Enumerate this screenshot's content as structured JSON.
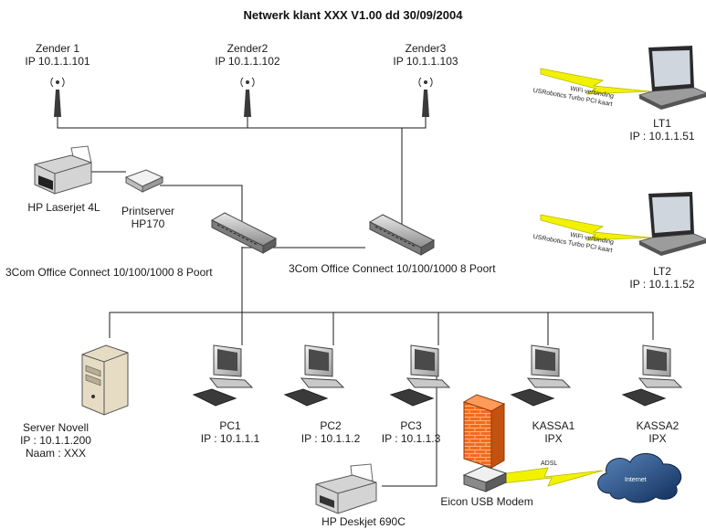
{
  "title": "Netwerk klant XXX  V1.00 dd 30/09/2004",
  "antennas": [
    {
      "name": "Zender 1",
      "ip": "IP 10.1.1.101"
    },
    {
      "name": "Zender2",
      "ip": "IP 10.1.1.102"
    },
    {
      "name": "Zender3",
      "ip": "IP 10.1.1.103"
    }
  ],
  "laptops": [
    {
      "name": "LT1",
      "ip": "IP : 10.1.1.51",
      "wifi_line1": "WiFi verbinding",
      "wifi_line2": "USRobotics Turbo PCI kaart"
    },
    {
      "name": "LT2",
      "ip": "IP : 10.1.1.52",
      "wifi_line1": "WiFi verbinding",
      "wifi_line2": "USRobotics Turbo PCI kaart"
    }
  ],
  "printer": {
    "name": "HP Laserjet 4L"
  },
  "printserver": {
    "line1": "Printserver",
    "line2": "HP170"
  },
  "switches": [
    {
      "name": "3Com Office Connect 10/100/1000 8 Poort"
    },
    {
      "name": "3Com Office Connect 10/100/1000 8 Poort"
    }
  ],
  "server": {
    "line1": "Server Novell",
    "line2": "IP : 10.1.1.200",
    "line3": "Naam : XXX"
  },
  "pcs": [
    {
      "line1": "PC1",
      "line2": "IP : 10.1.1.1"
    },
    {
      "line1": "PC2",
      "line2": "IP : 10.1.1.2"
    },
    {
      "line1": "PC3",
      "line2": "IP : 10.1.1.3"
    },
    {
      "line1": "KASSA1",
      "line2": "IPX"
    },
    {
      "line1": "KASSA2",
      "line2": "IPX"
    }
  ],
  "deskjet": {
    "name": "HP Deskjet 690C"
  },
  "modem": {
    "name": "Eicon USB Modem",
    "link": "ADSL"
  },
  "cloud": {
    "label": "Internet"
  },
  "colors": {
    "line": "#1a1a1a",
    "wifi_bolt": "#f2f200",
    "firewall": "#f26b1d",
    "cloud": "#1f4f8a",
    "device": "#d9d9d9"
  },
  "icons": [
    "antenna-icon",
    "laptop-icon",
    "printer-icon",
    "printserver-icon",
    "switch-icon",
    "server-icon",
    "pc-icon",
    "firewall-icon",
    "modem-icon",
    "cloud-icon",
    "lightning-icon"
  ]
}
